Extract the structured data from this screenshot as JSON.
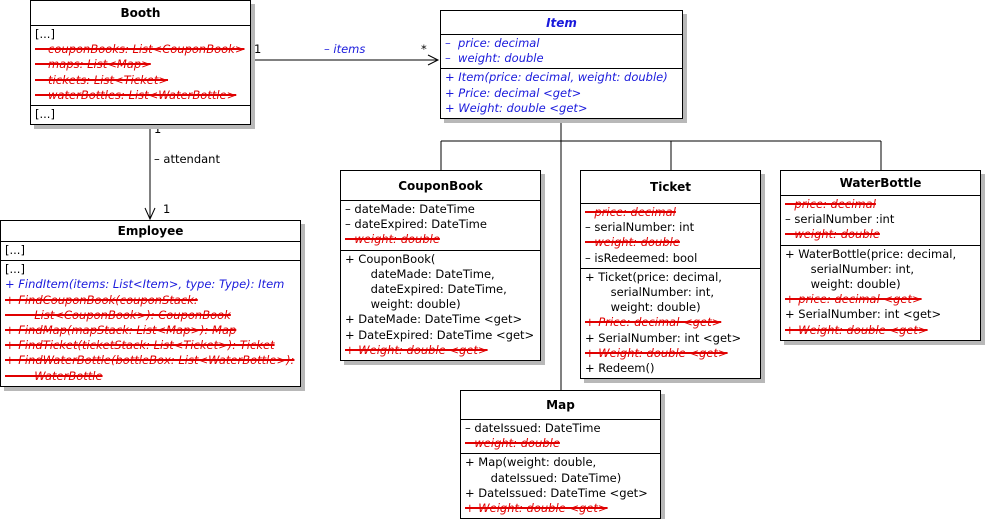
{
  "diagram": {
    "classes": {
      "booth": {
        "name": "Booth",
        "attributes": [
          {
            "text": "[...]",
            "style": "normal"
          },
          {
            "text": "–  couponBooks: List<CouponBook>",
            "style": "removed"
          },
          {
            "text": "–  maps: List<Map>",
            "style": "removed"
          },
          {
            "text": "–  tickets: List<Ticket>",
            "style": "removed"
          },
          {
            "text": "–  waterBottles: List<WaterBottle>",
            "style": "removed"
          }
        ],
        "operations": [
          {
            "text": "[...]",
            "style": "normal"
          }
        ]
      },
      "employee": {
        "name": "Employee",
        "attributes": [
          {
            "text": "[...]",
            "style": "normal"
          }
        ],
        "operations": [
          {
            "text": "[...]",
            "style": "normal"
          },
          {
            "text": "+ FindItem(items: List<Item>, type: Type): Item",
            "style": "added"
          },
          {
            "text": "+ FindCouponBook(couponStack:",
            "style": "removed"
          },
          {
            "text": "        List<CouponBook>): CouponBook",
            "style": "removed"
          },
          {
            "text": "+ FindMap(mapStack: List<Map>): Map",
            "style": "removed"
          },
          {
            "text": "+ FindTicket(ticketStack: List<Ticket>): Ticket",
            "style": "removed"
          },
          {
            "text": "+ FindWaterBottle(bottleBox: List<WaterBottle>):",
            "style": "removed"
          },
          {
            "text": "        WaterBottle",
            "style": "removed"
          }
        ]
      },
      "item": {
        "name": "Item",
        "attributes": [
          {
            "text": "–  price: decimal",
            "style": "added"
          },
          {
            "text": "–  weight: double",
            "style": "added"
          }
        ],
        "operations": [
          {
            "text": "+ Item(price: decimal, weight: double)",
            "style": "added"
          },
          {
            "text": "+ Price: decimal <get>",
            "style": "added"
          },
          {
            "text": "+ Weight: double <get>",
            "style": "added"
          }
        ]
      },
      "couponbook": {
        "name": "CouponBook",
        "attributes": [
          {
            "text": "– dateMade: DateTime",
            "style": "normal"
          },
          {
            "text": "– dateExpired: DateTime",
            "style": "normal"
          },
          {
            "text": "– weight: double",
            "style": "removed"
          }
        ],
        "operations": [
          {
            "text": "+ CouponBook(",
            "style": "normal"
          },
          {
            "text": "       dateMade: DateTime,",
            "style": "normal"
          },
          {
            "text": "       dateExpired: DateTime,",
            "style": "normal"
          },
          {
            "text": "       weight: double)",
            "style": "normal"
          },
          {
            "text": "+ DateMade: DateTime <get>",
            "style": "normal"
          },
          {
            "text": "+ DateExpired: DateTime <get>",
            "style": "normal"
          },
          {
            "text": "+ Weight: double <get>",
            "style": "removed"
          }
        ]
      },
      "ticket": {
        "name": "Ticket",
        "attributes": [
          {
            "text": "– price: decimal",
            "style": "removed"
          },
          {
            "text": "– serialNumber: int",
            "style": "normal"
          },
          {
            "text": "– weight: double",
            "style": "removed"
          },
          {
            "text": "– isRedeemed: bool",
            "style": "normal"
          }
        ],
        "operations": [
          {
            "text": "+ Ticket(price: decimal,",
            "style": "normal"
          },
          {
            "text": "       serialNumber: int,",
            "style": "normal"
          },
          {
            "text": "       weight: double)",
            "style": "normal"
          },
          {
            "text": "+ Price: decimal <get>",
            "style": "removed"
          },
          {
            "text": "+ SerialNumber: int <get>",
            "style": "normal"
          },
          {
            "text": "+ Weight: double <get>",
            "style": "removed"
          },
          {
            "text": "+ Redeem()",
            "style": "normal"
          }
        ]
      },
      "waterbottle": {
        "name": "WaterBottle",
        "attributes": [
          {
            "text": "– price: decimal",
            "style": "removed"
          },
          {
            "text": "– serialNumber :int",
            "style": "normal"
          },
          {
            "text": "– weight: double",
            "style": "removed"
          }
        ],
        "operations": [
          {
            "text": "+ WaterBottle(price: decimal,",
            "style": "normal"
          },
          {
            "text": "       serialNumber: int,",
            "style": "normal"
          },
          {
            "text": "       weight: double)",
            "style": "normal"
          },
          {
            "text": "+ price: decimal <get>",
            "style": "removed"
          },
          {
            "text": "+ SerialNumber: int <get>",
            "style": "normal"
          },
          {
            "text": "+ Weight: double <get>",
            "style": "removed"
          }
        ]
      },
      "map": {
        "name": "Map",
        "attributes": [
          {
            "text": "– dateIssued: DateTime",
            "style": "normal"
          },
          {
            "text": "– weight: double",
            "style": "removed"
          }
        ],
        "operations": [
          {
            "text": "+ Map(weight: double,",
            "style": "normal"
          },
          {
            "text": "       dateIssued: DateTime)",
            "style": "normal"
          },
          {
            "text": "+ DateIssued: DateTime <get>",
            "style": "normal"
          },
          {
            "text": "+ Weight: double <get>",
            "style": "removed"
          }
        ]
      }
    },
    "associations": {
      "booth_items": {
        "source_multiplicity": "1",
        "role": "– items",
        "target_multiplicity": "*"
      },
      "booth_attendant": {
        "source_multiplicity": "1",
        "role": "– attendant",
        "target_multiplicity": "1"
      }
    },
    "colors": {
      "added": "#1a1adc",
      "removed": "#e00000",
      "normal": "#000000"
    }
  }
}
